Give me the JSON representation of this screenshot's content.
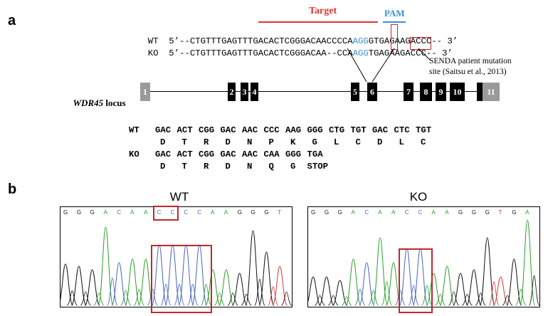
{
  "panel_a": {
    "label": "a",
    "target_label": "Target",
    "pam_label": "PAM",
    "wt_tag": "WT",
    "ko_tag": "KO",
    "five_prime": "5’",
    "three_prime": "3’",
    "wt_seq_1": "--CTGTTTGAGTTTGACACTCGGGACAACCCCA",
    "wt_seq_pam": "AGG",
    "wt_seq_2": "GTGAGAAGACCC--",
    "ko_seq_1": "--CTGTTTGAGTTTGACACTCGGGACAA--CCA",
    "ko_seq_pam": "AGG",
    "ko_seq_stop": "TGA",
    "ko_seq_2": "GAAGACCC--",
    "mutation_note_line1": "SENDA patient mutation",
    "mutation_note_line2": "site (Saitsu et al., 2013)",
    "locus_gene": "WDR45",
    "locus_word": " locus",
    "exons": [
      "1",
      "2",
      "3",
      "4",
      "5",
      "6",
      "7",
      "8",
      "9",
      "10",
      "11"
    ],
    "codon_rows": [
      {
        "tag": "WT",
        "codons": [
          "GAC",
          "ACT",
          "CGG",
          "GAC",
          "AAC",
          "CCC",
          "AAG",
          "GGG",
          "CTG",
          "TGT",
          "GAC",
          "CTC",
          "TGT"
        ]
      },
      {
        "tag": "",
        "codons": [
          "D",
          "T",
          "R",
          "D",
          "N",
          "P",
          "K",
          "G",
          "L",
          "C",
          "D",
          "L",
          "C"
        ]
      },
      {
        "tag": "KO",
        "codons": [
          "GAC",
          "ACT",
          "CGG",
          "GAC",
          "AAC",
          "CAA",
          "GGG",
          "TGA"
        ]
      },
      {
        "tag": "",
        "codons": [
          "D",
          "T",
          "R",
          "D",
          "N",
          "Q",
          "G",
          "STOP"
        ]
      }
    ]
  },
  "panel_b": {
    "label": "b",
    "wt_title": "WT",
    "ko_title": "KO",
    "wt_bases": [
      "G",
      "G",
      "G",
      "A",
      "C",
      "A",
      "A",
      "C",
      "C",
      "C",
      "C",
      "A",
      "A",
      "G",
      "G",
      "G",
      "T"
    ],
    "ko_bases": [
      "G",
      "G",
      "G",
      "A",
      "C",
      "A",
      "A",
      "C",
      "C",
      "A",
      "A",
      "G",
      "G",
      "G",
      "T",
      "G",
      "A"
    ]
  },
  "colors": {
    "target": "#e03232",
    "pam": "#3a8fd6",
    "box": "#c1272d",
    "trace_g": "#111111",
    "trace_a": "#2ca02c",
    "trace_c": "#4a63c8",
    "trace_t": "#d63b3b"
  }
}
